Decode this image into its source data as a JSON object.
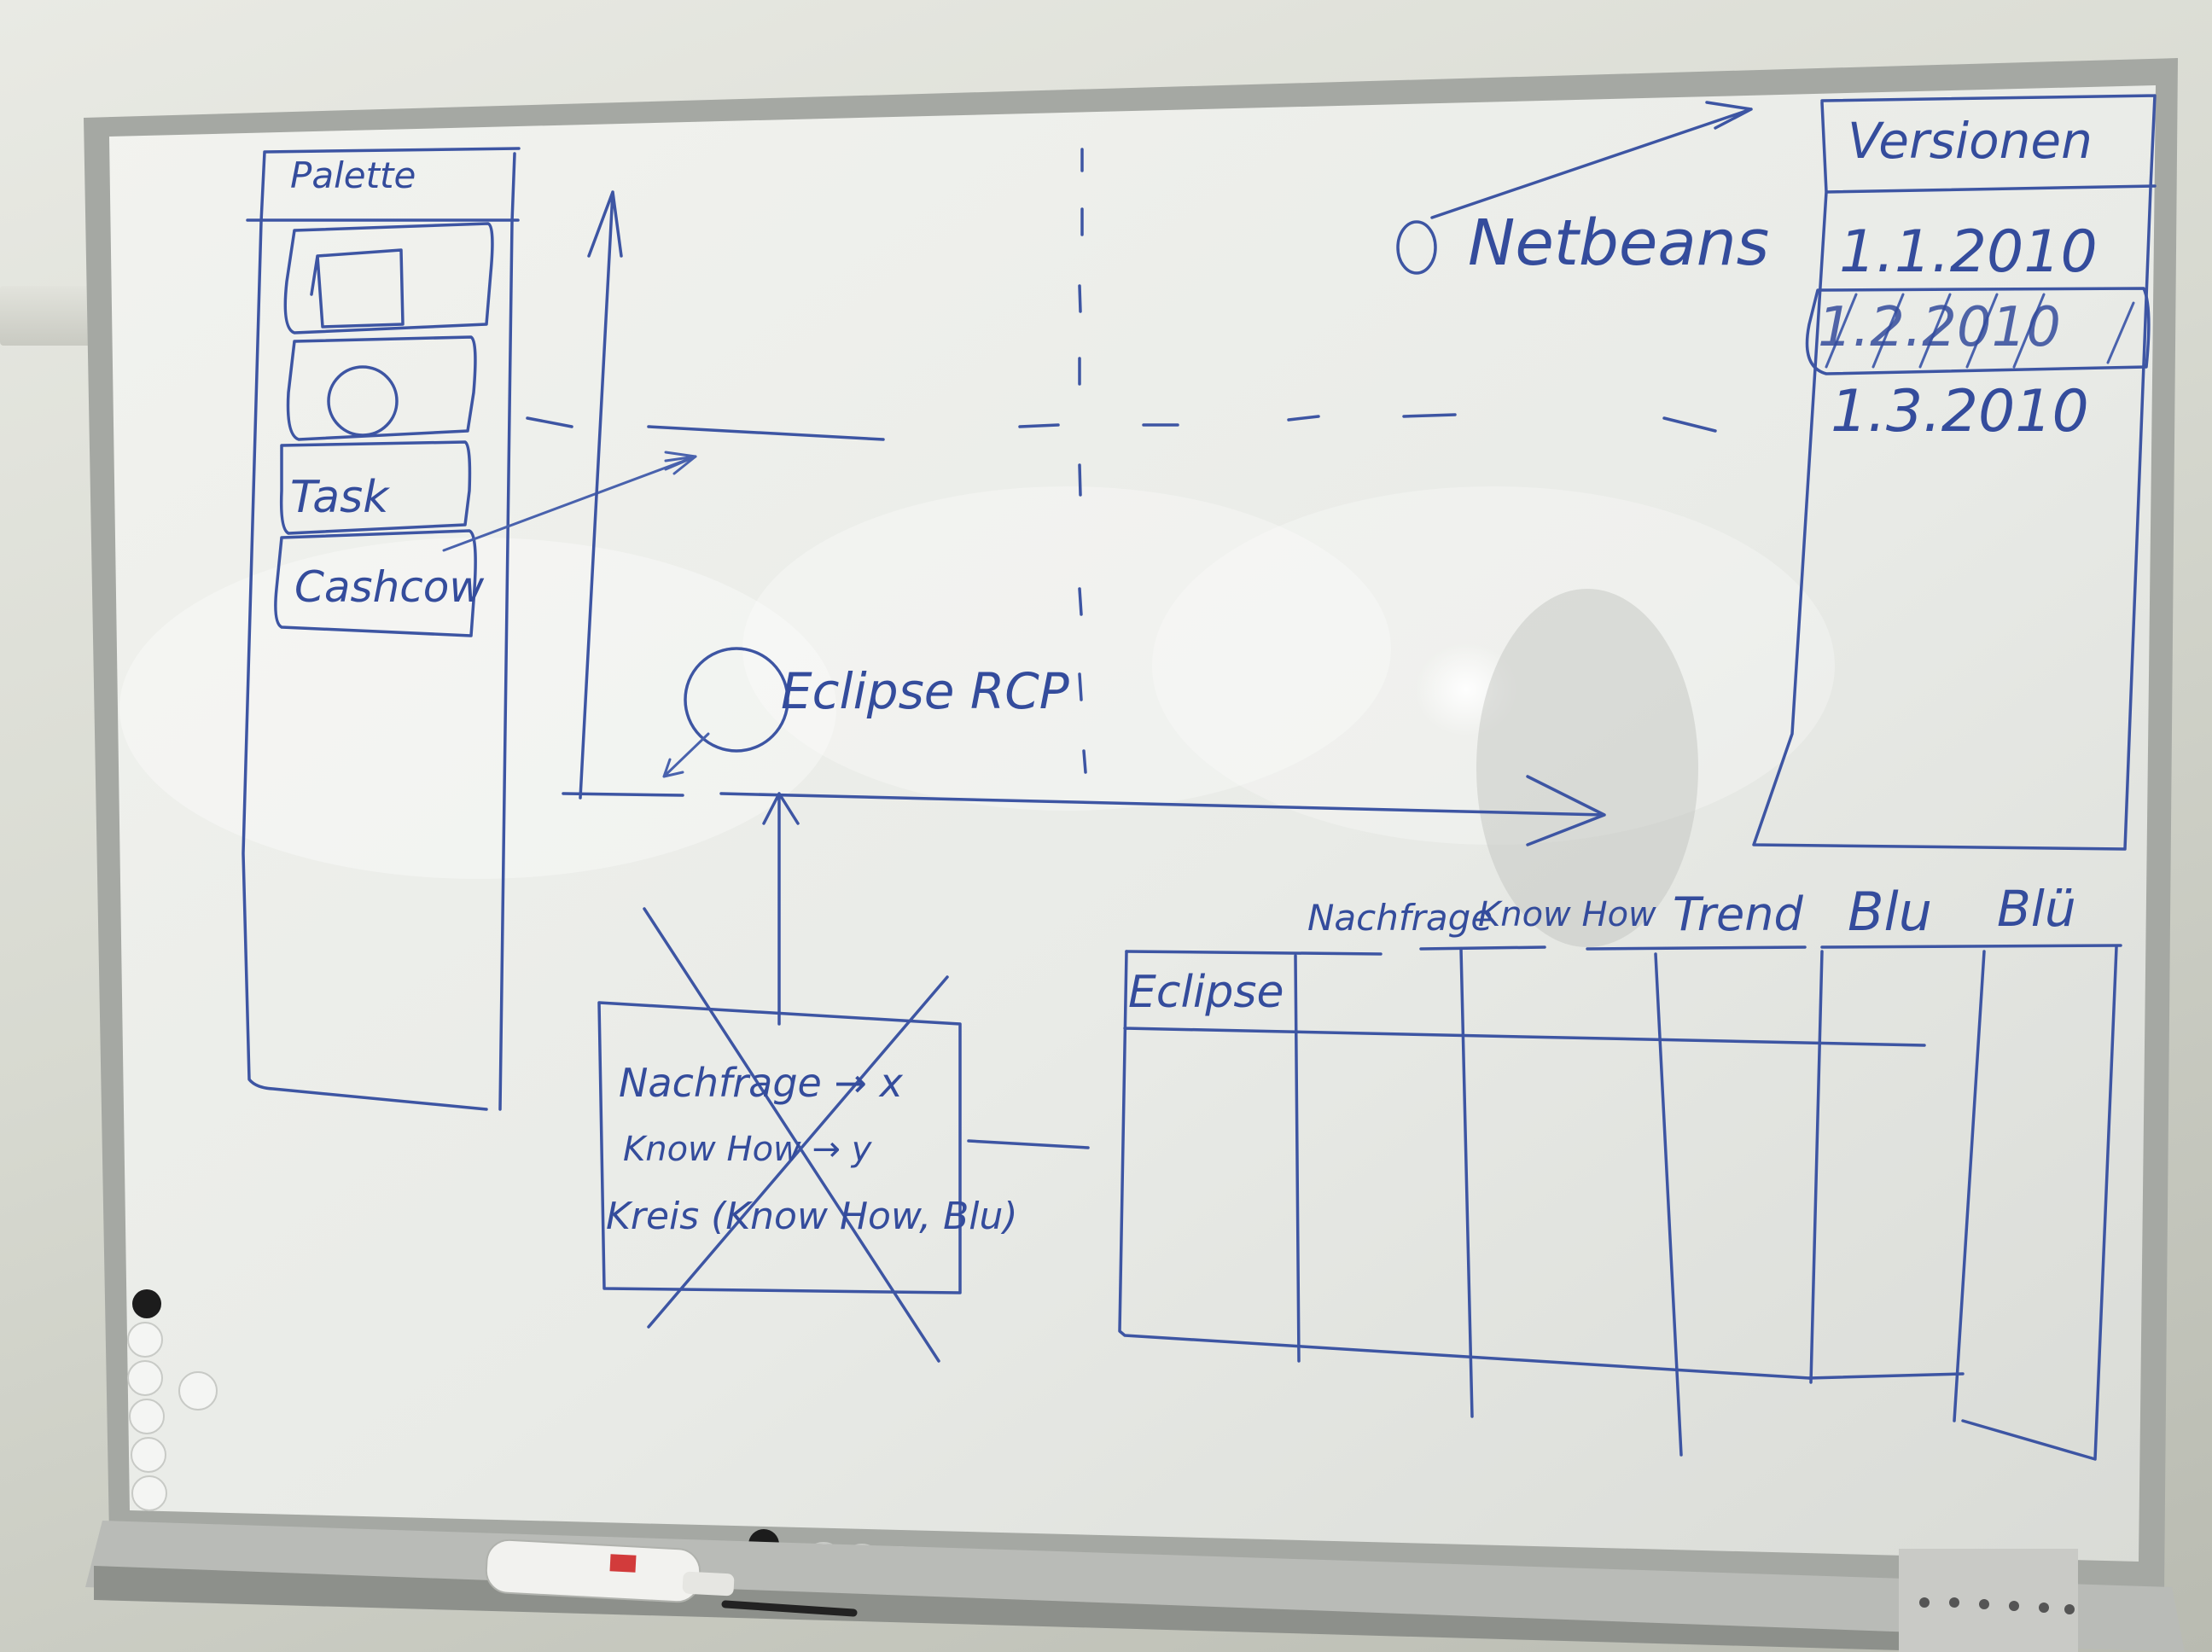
{
  "palette": {
    "title": "Palette",
    "items": [
      "Task",
      "Cashcow"
    ]
  },
  "versions": {
    "title": "Versionen",
    "entries": [
      "1.1.2010",
      "1.2.2010",
      "1.3.2010"
    ],
    "crossed_out_index": 1
  },
  "chart_sketch": {
    "netbeans_label": "Netbeans",
    "eclipse_label": "Eclipse RCP"
  },
  "crossed_box": {
    "lines": [
      "Nachfrage → x",
      "Know How → y",
      "Kreis (Know How, Blu)"
    ]
  },
  "table": {
    "headers": [
      "Nachfrage",
      "Know How",
      "Trend",
      "Blu",
      "Blü"
    ],
    "row_label": "Eclipse"
  },
  "colors": {
    "ink": "#3d55a3",
    "board": "#eef0ec",
    "frame": "#9a9d98"
  }
}
